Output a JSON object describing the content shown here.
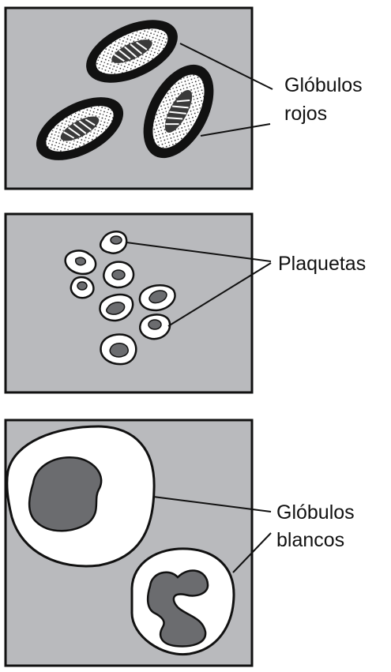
{
  "labels": {
    "red_cells": [
      "Glóbulos",
      "rojos"
    ],
    "platelets": [
      "Plaquetas"
    ],
    "white_cells": [
      "Glóbulos",
      "blancos"
    ]
  },
  "colors": {
    "panel_fill": "#b9babd",
    "outline": "#111111",
    "nucleus": "#6b6c6f",
    "cell_white": "#ffffff"
  }
}
